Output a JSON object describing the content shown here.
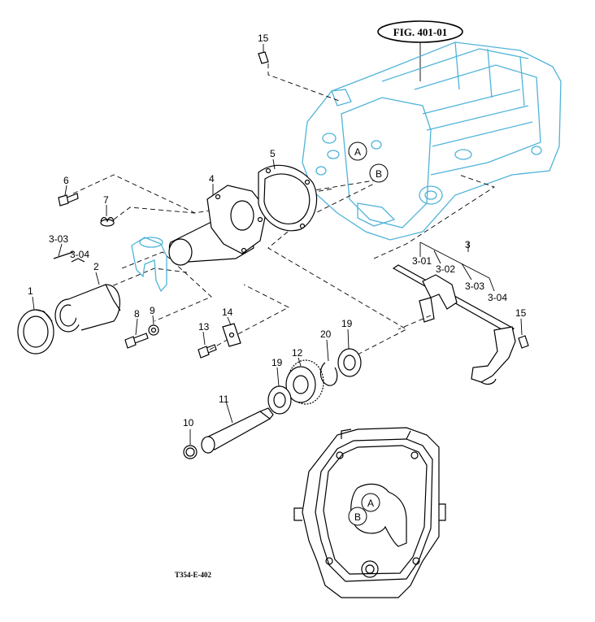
{
  "figure_label": "FIG. 401-01",
  "drawing_code": "T354-E-402",
  "callouts": {
    "n1": "1",
    "n2": "2",
    "n3": "3",
    "n3_01": "3-01",
    "n3_02": "3-02",
    "n3_03": "3-03",
    "n3_04": "3-04",
    "n3_03_left": "3-03",
    "n3_04_left": "3-04",
    "n4": "4",
    "n5": "5",
    "n6": "6",
    "n7": "7",
    "n8": "8",
    "n9": "9",
    "n10": "10",
    "n11": "11",
    "n12": "12",
    "n13": "13",
    "n14": "14",
    "n15_top": "15",
    "n15_right": "15",
    "n19_left": "19",
    "n19_right": "19",
    "n20": "20"
  },
  "markers": {
    "a_top": "A",
    "b_top": "B",
    "a_bottom": "A",
    "b_bottom": "B"
  },
  "colors": {
    "housing_line": "#4fb3d9",
    "part_line": "#000000"
  }
}
